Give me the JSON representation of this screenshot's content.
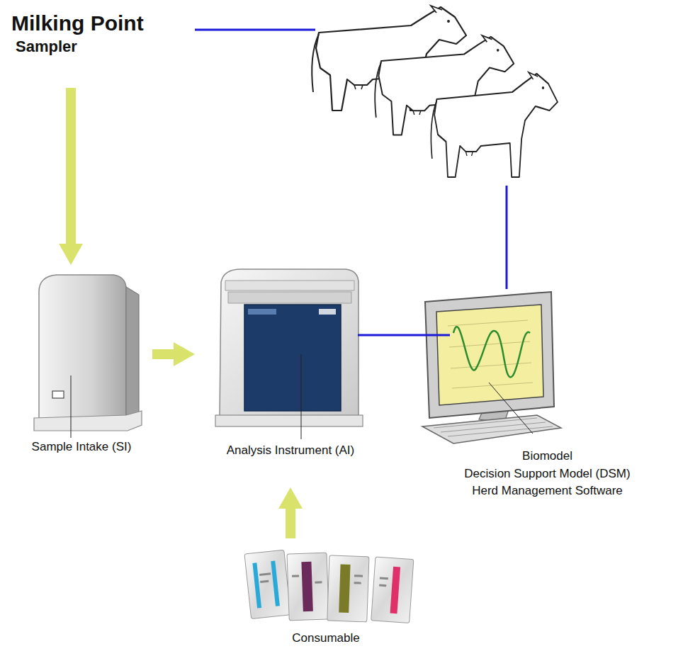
{
  "diagram": {
    "nodes": [
      {
        "text": [
          "Milking Point",
          "Sampler"
        ]
      },
      {
        "text": [
          "Sample Intake (SI)"
        ]
      },
      {
        "text": [
          "Analysis Instrument (AI)"
        ]
      },
      {
        "text": [
          "Biomodel",
          "Decision Support Model (DSM)",
          "Herd Management Software"
        ]
      },
      {
        "text": [
          "Consumable"
        ]
      }
    ],
    "edges": [
      {
        "from": 0,
        "to": 1,
        "arrow": "to"
      },
      {
        "from": 1,
        "to": 2,
        "arrow": "to"
      },
      {
        "from": 4,
        "to": 2,
        "arrow": "to"
      },
      {
        "from": 2,
        "to": 3,
        "arrow": "none"
      }
    ]
  }
}
